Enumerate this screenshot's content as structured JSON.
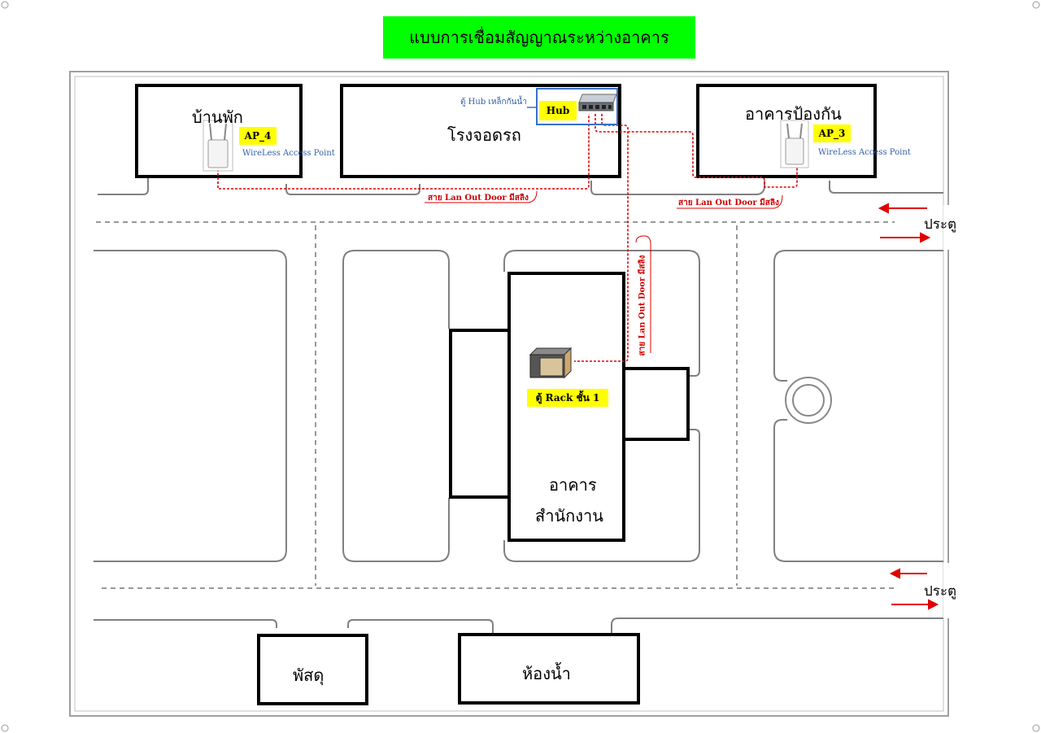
{
  "title": "แบบการเชื่อมสัญญาณระหว่างอาคาร",
  "buildings": {
    "residence": "บ้านพัก",
    "garage": "โรงจอดรถ",
    "guard": "อาคารป้องกัน",
    "office_line1": "อาคาร",
    "office_line2": "สำนักงาน",
    "supply": "พัสดุ",
    "restroom": "ห้องน้ำ"
  },
  "devices": {
    "ap4_tag": "AP_4",
    "ap3_tag": "AP_3",
    "hub_tag": "Hub",
    "wap_label_left": "WireLess Access Point",
    "wap_label_right": "WireLess Access Point",
    "hub_cabinet_label": "ตู้ Hub เหล็กกันน้ำ",
    "rack_tag": "ตู้ Rack ชั้น 1"
  },
  "cables": {
    "left": "สาย Lan Out Door มีสลิง",
    "right": "สาย Lan Out Door มีสลิง",
    "vertical": "สาย Lan Out Door มีสลิง"
  },
  "gates": {
    "top": "ประตู",
    "bottom": "ประตู"
  },
  "colors": {
    "title_bg": "#00ff00",
    "tag_bg": "#ffff00",
    "cable": "#e00000",
    "arrow": "#e00000",
    "note_text": "#2f5fa8"
  }
}
